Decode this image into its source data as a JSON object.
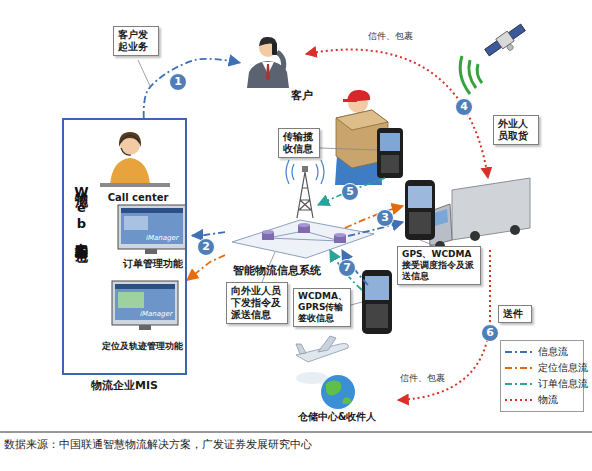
{
  "diagram": {
    "caption": "数据来源：中国联通智慧物流解决方案，广发证券发展研究中心",
    "nodes": [
      {
        "text": [
          "客户发起业务"
        ]
      },
      {
        "text": [
          "客户"
        ]
      },
      {
        "text": [
          "传输揽收信息"
        ]
      },
      {
        "text": [
          "外业人员取货"
        ]
      },
      {
        "text": [
          "物流Web客户端的三个角色",
          "物流企业MIS"
        ]
      },
      {
        "text": [
          "Call center"
        ],
        "in": 4
      },
      {
        "text": [
          "订单管理功能"
        ],
        "in": 4
      },
      {
        "text": [
          "定位及轨迹管理功能"
        ],
        "in": 4
      },
      {
        "text": [
          "智能物流信息系统"
        ]
      },
      {
        "text": [
          "向外业人员下发指令及派送信息"
        ]
      },
      {
        "text": [
          "GPS、WCDMA接受调度指令及派送信息"
        ]
      },
      {
        "text": [
          "WCDMA、GPRS传输签收信息"
        ]
      },
      {
        "text": [
          "送件"
        ]
      },
      {
        "text": [
          "仓储中心&收件人"
        ]
      }
    ],
    "edges": [
      {
        "from": 4,
        "to": 1,
        "arrow": "to",
        "label": "1"
      },
      {
        "from": 8,
        "to": 6,
        "arrow": "to",
        "label": "2"
      },
      {
        "from": 8,
        "to": 7,
        "arrow": "to"
      }
    ],
    "labels": [
      "3",
      "4",
      "5",
      "6",
      "7",
      "信件、包裹",
      "信件、包裹",
      "iManager",
      "iManager"
    ],
    "legend": [
      {
        "text": "信息流"
      },
      {
        "text": "定位信息流"
      },
      {
        "text": "订单信息流"
      },
      {
        "text": "物流"
      }
    ]
  }
}
